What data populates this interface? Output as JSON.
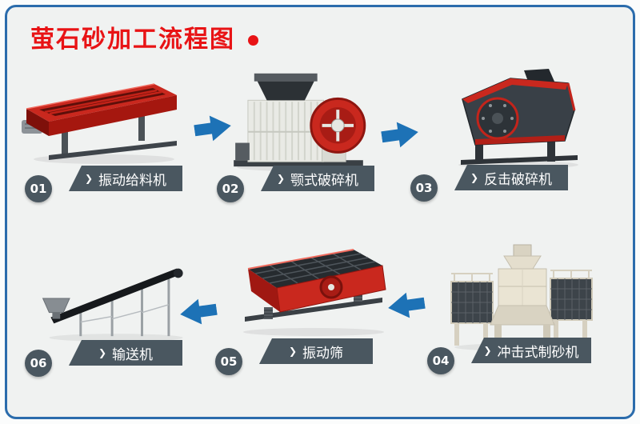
{
  "title": {
    "text": "萤石砂加工流程图"
  },
  "icons": {
    "chevron_right": "❯",
    "title_dot": "red-circle-shape"
  },
  "colors": {
    "page-bg": "#fbfcfc",
    "panel-bg": "#f0f2f1",
    "border-blue": "#2b6cac",
    "title-red": "#e81315",
    "slate": "#4a5760",
    "arrow-blue": "#1d72b6",
    "machine-red": "#c9281e"
  },
  "steps": [
    {
      "num": "01",
      "label": "振动给料机"
    },
    {
      "num": "02",
      "label": "颚式破碎机"
    },
    {
      "num": "03",
      "label": "反击破碎机"
    },
    {
      "num": "04",
      "label": "冲击式制砂机"
    },
    {
      "num": "05",
      "label": "振动筛"
    },
    {
      "num": "06",
      "label": "输送机"
    }
  ]
}
